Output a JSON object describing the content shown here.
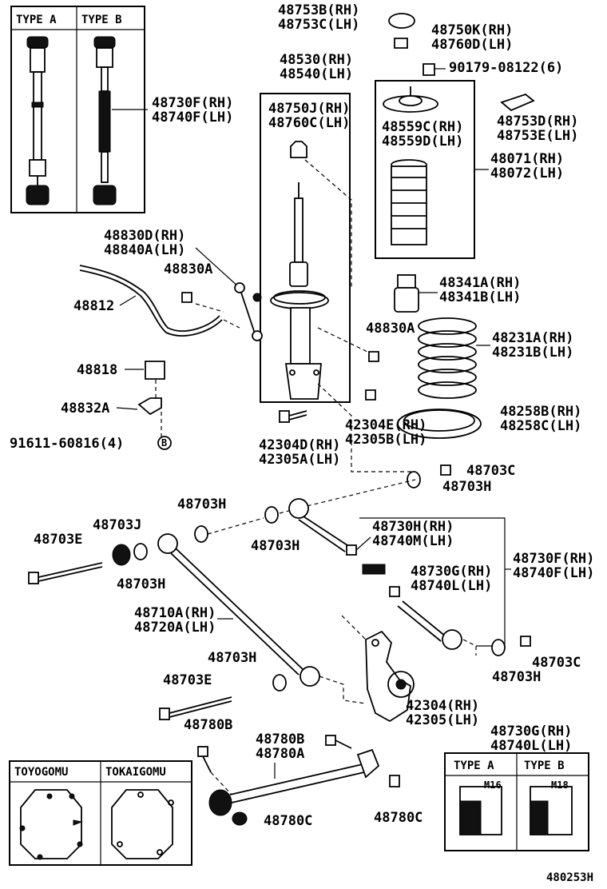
{
  "diagram_id": "480253H",
  "type_panel": {
    "type_a": "TYPE A",
    "type_b": "TYPE B"
  },
  "bushing_panel": {
    "toyogomu": "TOYOGOMU",
    "tokaigomu": "TOKAIGOMU"
  },
  "nut_panel": {
    "type_a": "TYPE A",
    "type_b": "TYPE B",
    "size_a": "M16",
    "size_b": "M18"
  },
  "labels": {
    "p48753B": "48753B(RH)",
    "p48753C": "48753C(LH)",
    "p48750K": "48750K(RH)",
    "p48760D": "48760D(LH)",
    "p90179": "90179-08122(6)",
    "p48530": "48530(RH)",
    "p48540": "48540(LH)",
    "p48750J": "48750J(RH)",
    "p48760C": "48760C(LH)",
    "p48559C": "48559C(RH)",
    "p48559D": "48559D(LH)",
    "p48753D": "48753D(RH)",
    "p48753E": "48753E(LH)",
    "p48071": "48071(RH)",
    "p48072": "48072(LH)",
    "p48730F_top": "48730F(RH)",
    "p48740F_top": "48740F(LH)",
    "p48830D": "48830D(RH)",
    "p48840A": "48840A(LH)",
    "p48830A_1": "48830A",
    "p48812": "48812",
    "p48341A": "48341A(RH)",
    "p48341B": "48341B(LH)",
    "p48830A_2": "48830A",
    "p48231A": "48231A(RH)",
    "p48231B": "48231B(LH)",
    "p48818": "48818",
    "p48832A": "48832A",
    "p42304E": "42304E(RH)",
    "p42305B": "42305B(LH)",
    "p48258B": "48258B(RH)",
    "p48258C": "48258C(LH)",
    "p91611": "91611-60816(4)",
    "b_marker": "B",
    "p42304D": "42304D(RH)",
    "p42305A": "42305A(LH)",
    "p48703C_1": "48703C",
    "p48703H_1": "48703H",
    "p48703H_2": "48703H",
    "p48703J": "48703J",
    "p48703E_1": "48703E",
    "p48703H_3": "48703H",
    "p48730H": "48730H(RH)",
    "p48740M": "48740M(LH)",
    "p48730F_mid": "48730F(RH)",
    "p48740F_mid": "48740F(LH)",
    "p48703H_4": "48703H",
    "p48730G_1": "48730G(RH)",
    "p48740L_1": "48740L(LH)",
    "p48710A": "48710A(RH)",
    "p48720A": "48720A(LH)",
    "p48703H_5": "48703H",
    "p48703C_2": "48703C",
    "p48703H_6": "48703H",
    "p48703E_2": "48703E",
    "p42304": "42304(RH)",
    "p42305": "42305(LH)",
    "p48780B_1": "48780B",
    "p48780B_2": "48780B",
    "p48730G_2": "48730G(RH)",
    "p48740L_2": "48740L(LH)",
    "p48780A": "48780A",
    "p48780C_1": "48780C",
    "p48780C_2": "48780C"
  }
}
